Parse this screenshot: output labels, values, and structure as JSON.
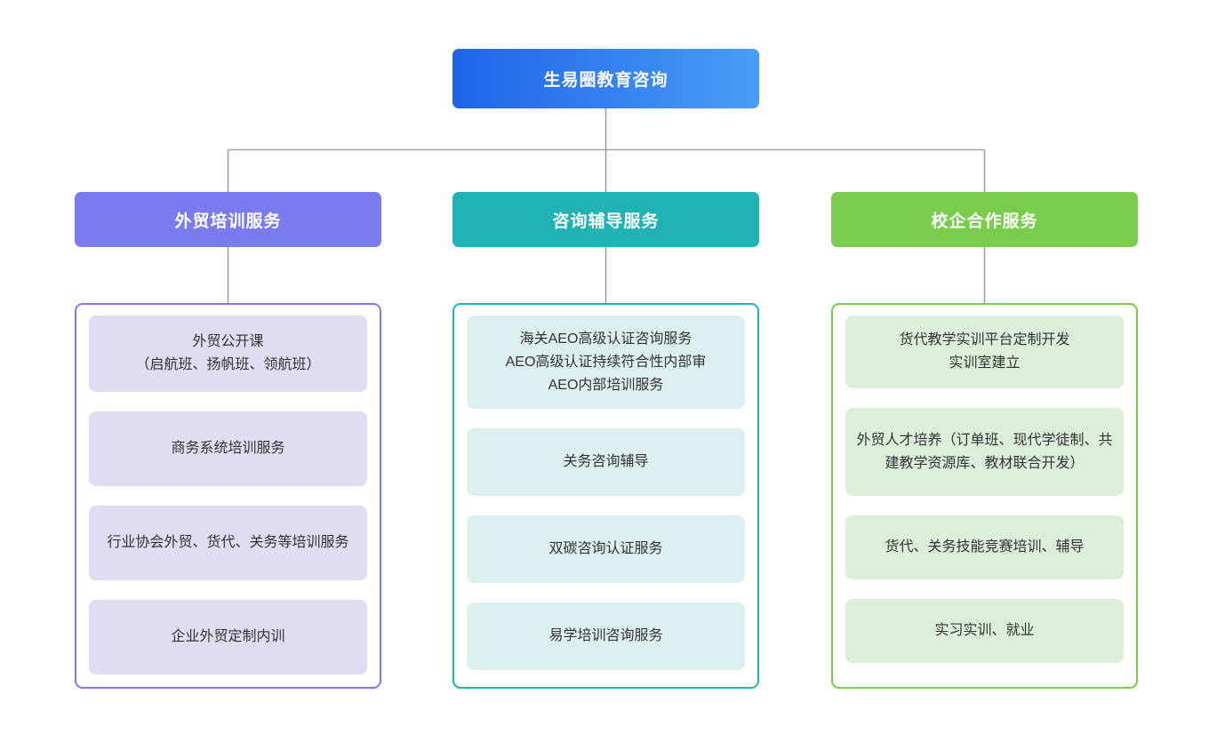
{
  "chart_data": {
    "type": "diagram",
    "diagram_type": "organization-tree",
    "title": "生易圈教育咨询",
    "orientation": "top-down",
    "levels": 3,
    "connector_color": "#97a3b4",
    "background": "#ffffff"
  },
  "root": {
    "label": "生易圈教育咨询",
    "gradient_from": "#1f64e8",
    "gradient_to": "#4b9cf7",
    "text_color": "#ffffff"
  },
  "branches": [
    {
      "label": "外贸培训服务",
      "header_color": "#7b7bf0",
      "border_color": "#7b7bf0",
      "chip_color": "#e0ddf3",
      "text_color": "#ffffff",
      "items": [
        "外贸公开课\n（启航班、扬帆班、领航班）",
        "商务系统培训服务",
        "行业协会外贸、货代、关务等培训服务",
        "企业外贸定制内训"
      ]
    },
    {
      "label": "咨询辅导服务",
      "header_color": "#21b3b3",
      "border_color": "#21b3b3",
      "chip_color": "#ddf0ef",
      "text_color": "#ffffff",
      "items": [
        "海关AEO高级认证咨询服务\nAEO高级认证持续符合性内部审\nAEO内部培训服务",
        "关务咨询辅导",
        "双碳咨询认证服务",
        "易学培训咨询服务"
      ]
    },
    {
      "label": "校企合作服务",
      "header_color": "#79cc4c",
      "border_color": "#79cc4c",
      "chip_color": "#dcefdb",
      "text_color": "#ffffff",
      "items": [
        "货代教学实训平台定制开发\n实训室建立",
        "外贸人才培养（订单班、现代学徒制、共建教学资源库、教材联合开发）",
        "货代、关务技能竞赛培训、辅导",
        "实习实训、就业"
      ]
    }
  ]
}
